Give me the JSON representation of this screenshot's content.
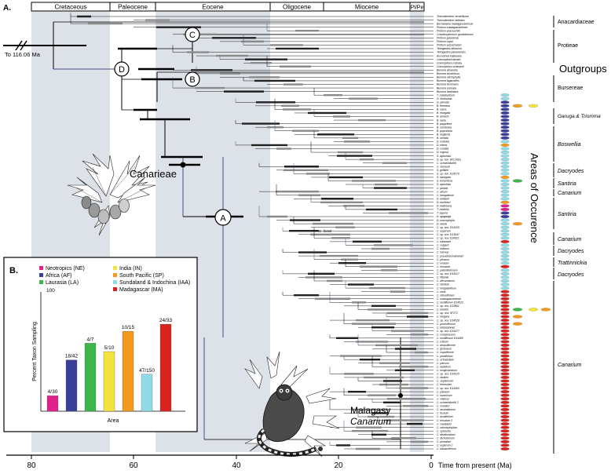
{
  "panel_a_letter": "A.",
  "panel_b_letter": "B.",
  "epochs": [
    "Cretaceous",
    "Paleocene",
    "Eocene",
    "Oligocene",
    "Miocene",
    "Pl/Pe"
  ],
  "root_note": "To 116.06 Ma",
  "node_labels": [
    "C",
    "D",
    "B",
    "A"
  ],
  "fossil_label": "C. fossil",
  "clade_labels": {
    "canarieae": "Canarieae",
    "malagasy_line1": "Malagasy",
    "malagasy_line2": "Canarium"
  },
  "time_axis": {
    "ticks": [
      "80",
      "60",
      "40",
      "20",
      "0"
    ],
    "label": "Time from present (Ma)"
  },
  "right_groups": [
    "Anacardiaceae",
    "Protieae",
    "Outgroups",
    "Bursereae",
    "Garuga & Triomma",
    "Boswellia",
    "Dacryodes",
    "Santiria",
    "Canarium",
    "Santiria",
    "Canarium",
    "Dacryodes",
    "Trattinnickia",
    "Dacryodes",
    "Canarium"
  ],
  "areas_of_occurrence_label": "Areas of Occurence",
  "inset": {
    "legend": [
      {
        "label": "Neotropics (NE)",
        "color": "#e0208c"
      },
      {
        "label": "Africa (AF)",
        "color": "#3a3f9c"
      },
      {
        "label": "Laurasia (LA)",
        "color": "#3cb54a"
      },
      {
        "label": "India (IN)",
        "color": "#f2e43c"
      },
      {
        "label": "South Pacific (SP)",
        "color": "#f29a1e"
      },
      {
        "label": "Sundaland & Indochina (IAA)",
        "color": "#8fdbe6"
      },
      {
        "label": "Madagascar (MA)",
        "color": "#d9231f"
      }
    ],
    "ylabel": "Percent Taxon Sampling",
    "xlabel": "Area",
    "ymax_label": "100"
  },
  "chart_data": {
    "type": "bar",
    "categories": [
      "NE",
      "AF",
      "LA",
      "IN",
      "SP",
      "IAA",
      "MA"
    ],
    "values": [
      13,
      43,
      57,
      50,
      67,
      31,
      73
    ],
    "data_labels": [
      "4/30",
      "18/42",
      "4/7",
      "5/10",
      "10/15",
      "47/150",
      "24/33"
    ],
    "colors": [
      "#e0208c",
      "#3a3f9c",
      "#3cb54a",
      "#f2e43c",
      "#f29a1e",
      "#8fdbe6",
      "#d9231f"
    ],
    "ylim": [
      0,
      100
    ],
    "ylabel": "Percent Taxon Sampling",
    "xlabel": "Area"
  },
  "tips": [
    "Toxicodendron vernicifluum",
    "Toxicodendron radicans",
    "Buchanania madagascariensis",
    "Protium madagascariense",
    "Protium aracouchini",
    "Crepidospermum goudotianum",
    "Protium guianense",
    "Protium copal",
    "Protium subserratum",
    "Tetragastris altissima",
    "Tetragastris panamensis",
    "Aucoumea klaineana",
    "Commiphora falcata",
    "Commiphora rostrata",
    "Commiphora schimperi",
    "Bursera simaruba",
    "Bursera tomentosa",
    "Bursera microphylla",
    "Bursera fagaroides",
    "Bursera tecomaca",
    "Bursera cuneata",
    "Bursera hindsiana",
    "T. malabaricum",
    "G. floribunda",
    "G. pinnata",
    "B. frereana",
    "B. sacra",
    "B. elongata",
    "B. ameero",
    "B. nana",
    "B. papyrifera",
    "B. socotrana",
    "B. popoviana",
    "B. neglecta",
    "B. serrata",
    "D. rostrata",
    "D. nitens",
    "D. costata",
    "D. rugosa",
    "S. apiculata",
    "S. sp. nov. SFC1691",
    "C. schweinfurthii",
    "C. oleosum",
    "S. griffithii",
    "S. sp. nov. D14276",
    "S. laevigata",
    "S. tomentosa",
    "S. apiculata",
    "C. pimela",
    "C. album",
    "C. bengalense",
    "D. boitianii",
    "D. buettneri",
    "D. klaineana",
    "T. rhoifolia",
    "T. aspera",
    "D. igaganga",
    "D. macrophylla",
    "D. edulis",
    "C. sp. nov. D14326",
    "C. asperum",
    "C. sp. nov. D13947",
    "C. sp. nov. D14321",
    "C. balansae",
    "C. vulgare",
    "C. indicum",
    "C. harveyi",
    "C. pseudosumatranum",
    "C. pilosum",
    "C. ovatum",
    "C. hirsutum",
    "C. patentinervium",
    "C. sp. nov. D14317",
    "C. littorale",
    "C. decumanum",
    "C. strictum",
    "C. megalanthum",
    "C. lamii",
    "C. obtusifolium",
    "C. madagascariense",
    "C. multiflorum D14523",
    "C. sp. nov. D13861",
    "C. boivinii",
    "C. sp. nov. SF271",
    "C. elegans",
    "C. sp. nov. D14528",
    "C. pulchriflorum",
    "C. betamponae",
    "C. sp. nov. D14477",
    "C. compressum",
    "C. multiflorum D14465",
    "C. rubrum",
    "C. ampulliforme",
    "C. globosum",
    "C. cupuliforme",
    "C. planifolium",
    "C. scholastium",
    "C. parvum",
    "C. lastellum",
    "C. longirostratum",
    "C. sp. nov. D14316",
    "C. lastlum",
    "C. zeylanicum",
    "C. trinervium",
    "C. sp. nov. D14400",
    "C. patulum",
    "C. luzonicum",
    "C. vitiense",
    "C. schweinfurthii 2",
    "C. muelleri",
    "C. australianum",
    "C. fuscum",
    "C. acutifolium",
    "C. hirsutum 2",
    "C. caudatum",
    "C. odontophyllum",
    "C. sylvestre",
    "C. denticulatum",
    "C. dichotomum",
    "C. pinnatum",
    "C. asperum 2",
    "C. balsamiferum"
  ]
}
